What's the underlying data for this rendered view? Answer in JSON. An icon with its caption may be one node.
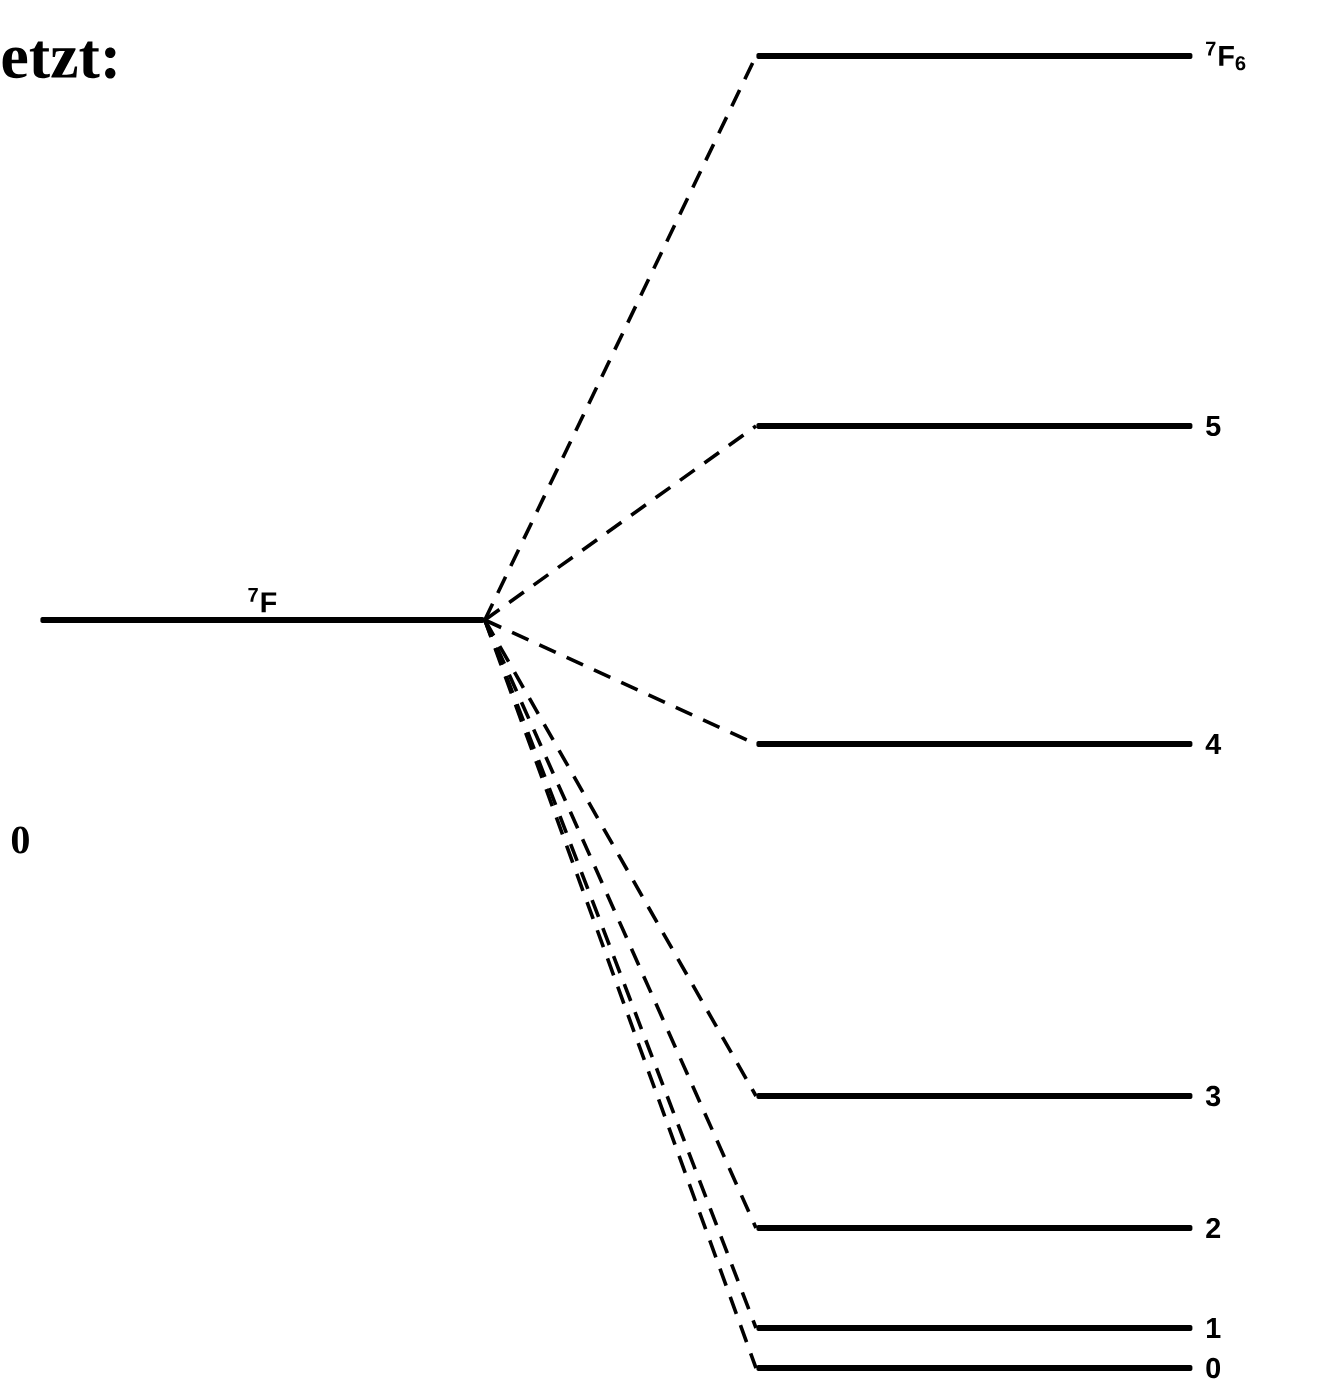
{
  "diagram": {
    "nodes": [
      {
        "text": [
          "$^{7}$F"
        ]
      },
      {
        "text": [
          "$^{7}$F$_{6}$"
        ]
      },
      {
        "text": [
          "5"
        ]
      },
      {
        "text": [
          "4"
        ]
      },
      {
        "text": [
          "3"
        ]
      },
      {
        "text": [
          "2"
        ]
      },
      {
        "text": [
          "1"
        ]
      },
      {
        "text": [
          "0"
        ]
      }
    ],
    "edges": [
      {
        "from": 0,
        "to": 1,
        "arrow": "none",
        "style": "dashed"
      },
      {
        "from": 0,
        "to": 2,
        "arrow": "none",
        "style": "dashed"
      },
      {
        "from": 0,
        "to": 3,
        "arrow": "none",
        "style": "dashed"
      },
      {
        "from": 0,
        "to": 4,
        "arrow": "none",
        "style": "dashed"
      },
      {
        "from": 0,
        "to": 5,
        "arrow": "none",
        "style": "dashed"
      },
      {
        "from": 0,
        "to": 6,
        "arrow": "none",
        "style": "dashed"
      },
      {
        "from": 0,
        "to": 7,
        "arrow": "none",
        "style": "dashed"
      }
    ],
    "labels": [
      "etzt:",
      "0"
    ]
  }
}
